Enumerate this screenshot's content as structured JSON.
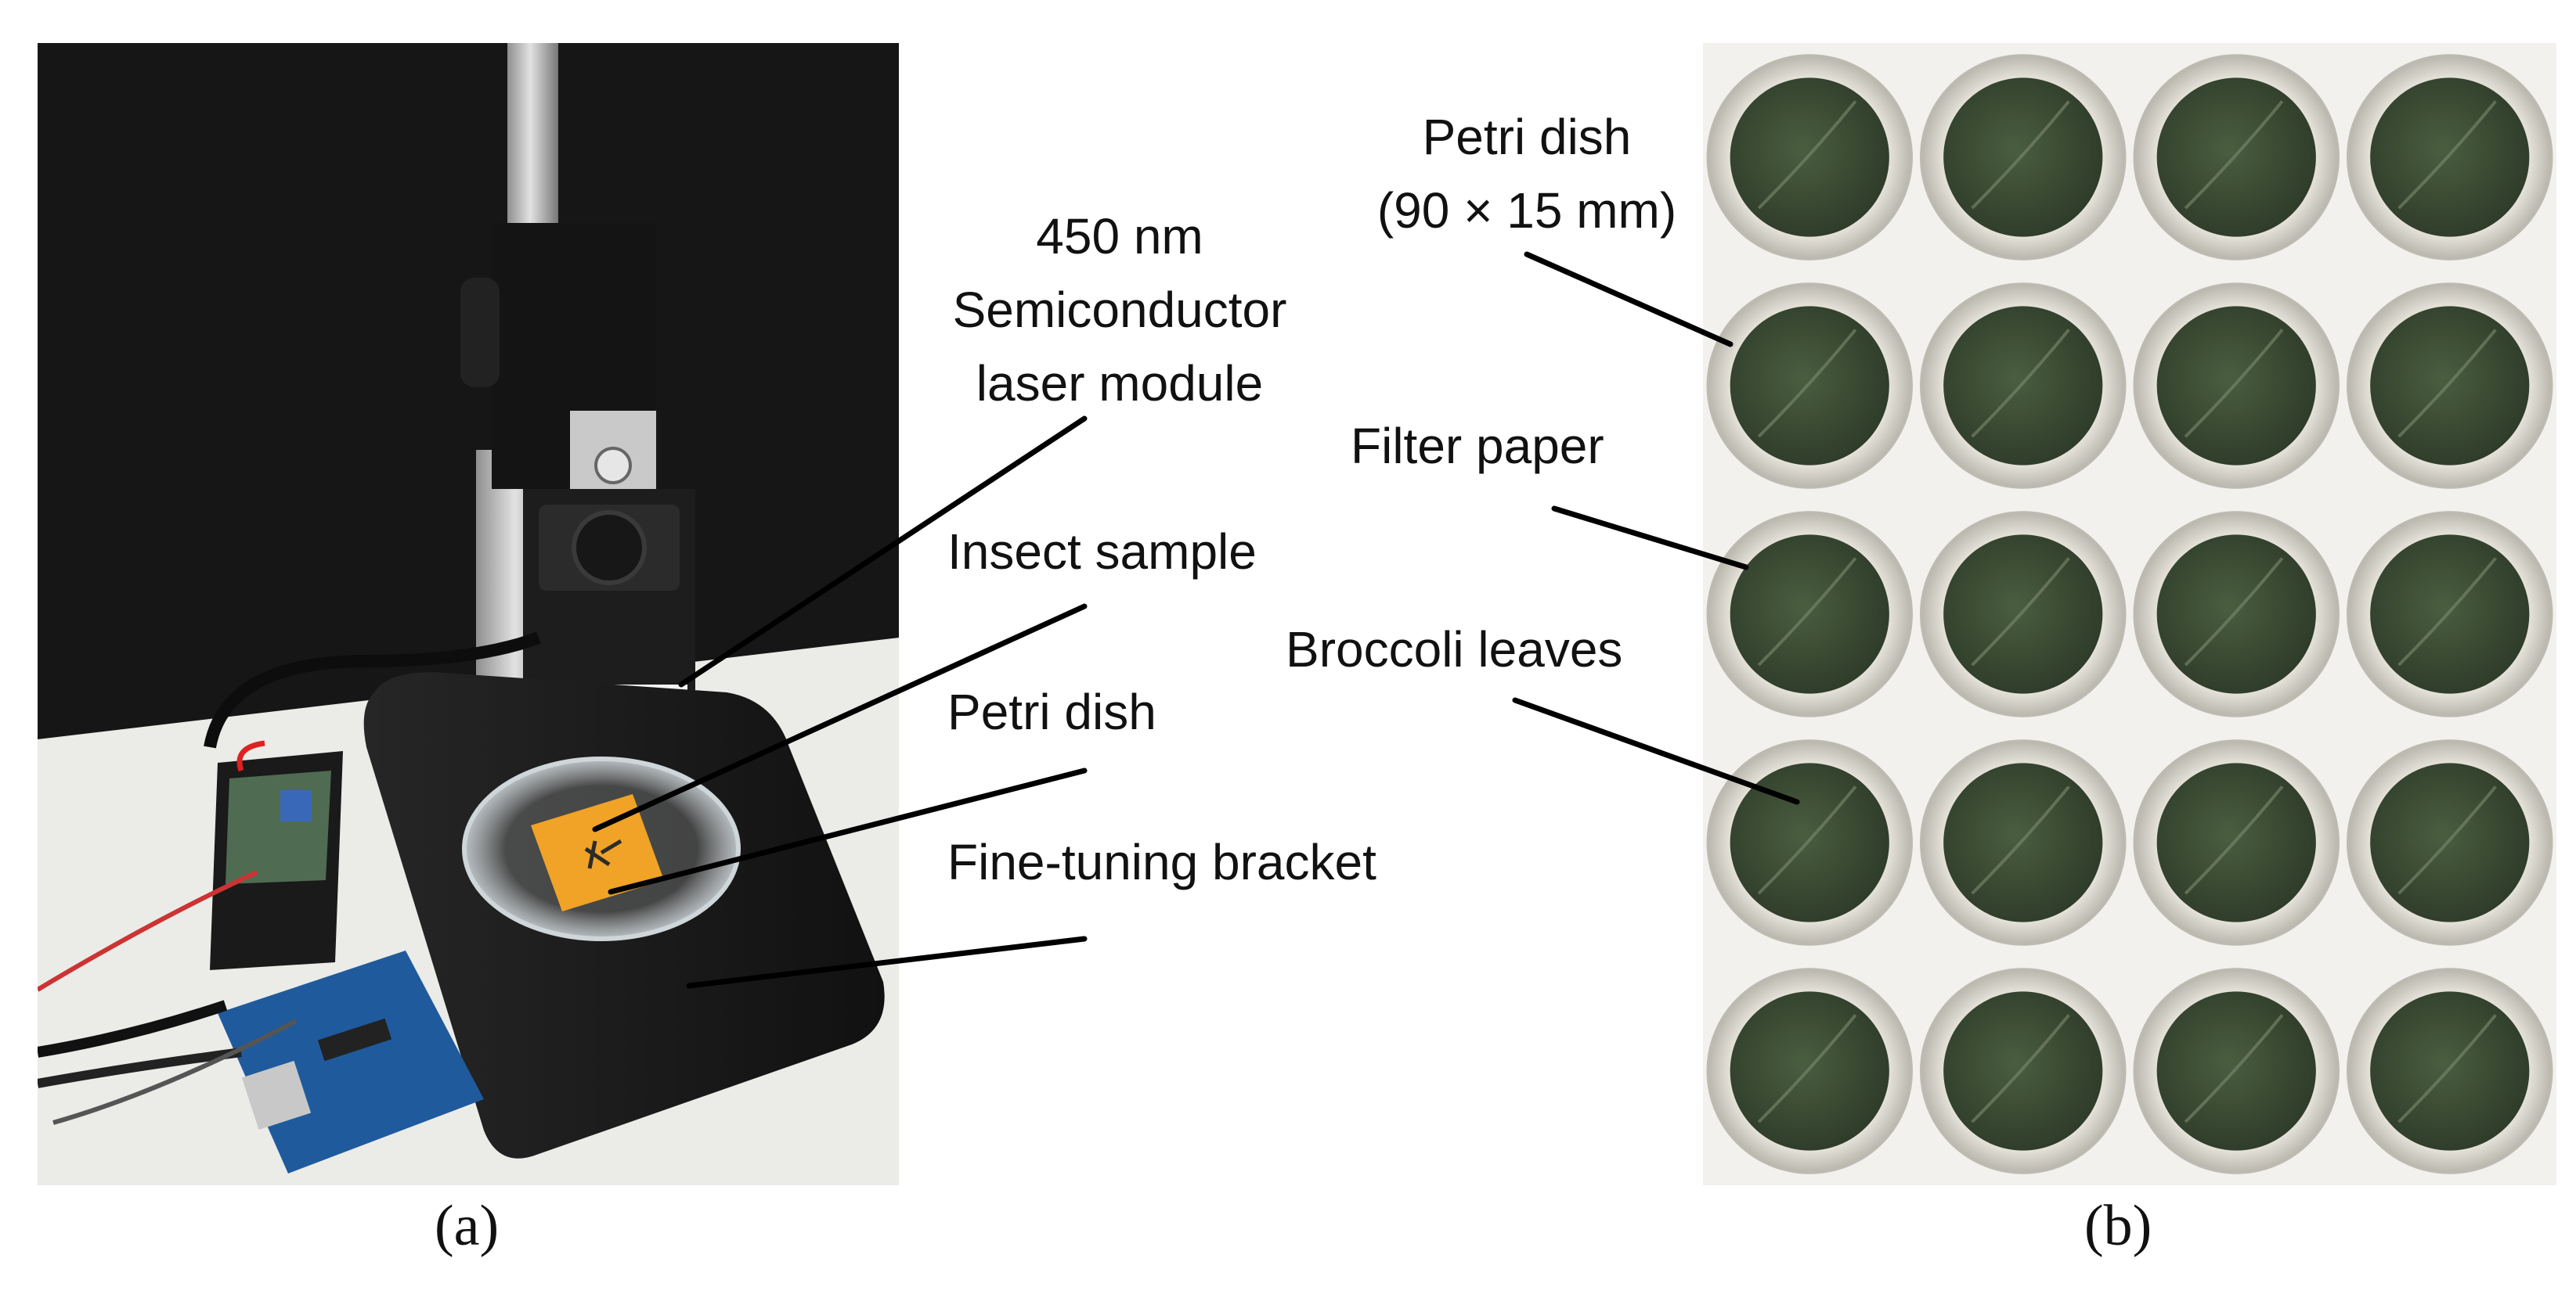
{
  "panel_a": {
    "caption": "(a)",
    "callouts": {
      "laser_line1": "450 nm",
      "laser_line2": "Semiconductor",
      "laser_line3": "laser module",
      "insect": "Insect sample",
      "petri": "Petri dish",
      "bracket": "Fine-tuning bracket"
    }
  },
  "panel_b": {
    "caption": "(b)",
    "callouts": {
      "petri_line1": "Petri dish",
      "petri_line2": "(90 × 15 mm)",
      "filter": "Filter paper",
      "leaves": "Broccoli leaves"
    },
    "grid": {
      "rows": 5,
      "cols": 4
    }
  },
  "colors": {
    "backdrop": "#161616",
    "table": "#e9e9e6",
    "base": "#1b1b1b",
    "paper": "#f0a326",
    "leaf": "#3b4d33",
    "dish_rim": "#dedbd2",
    "background_b": "#f3f1ee"
  }
}
